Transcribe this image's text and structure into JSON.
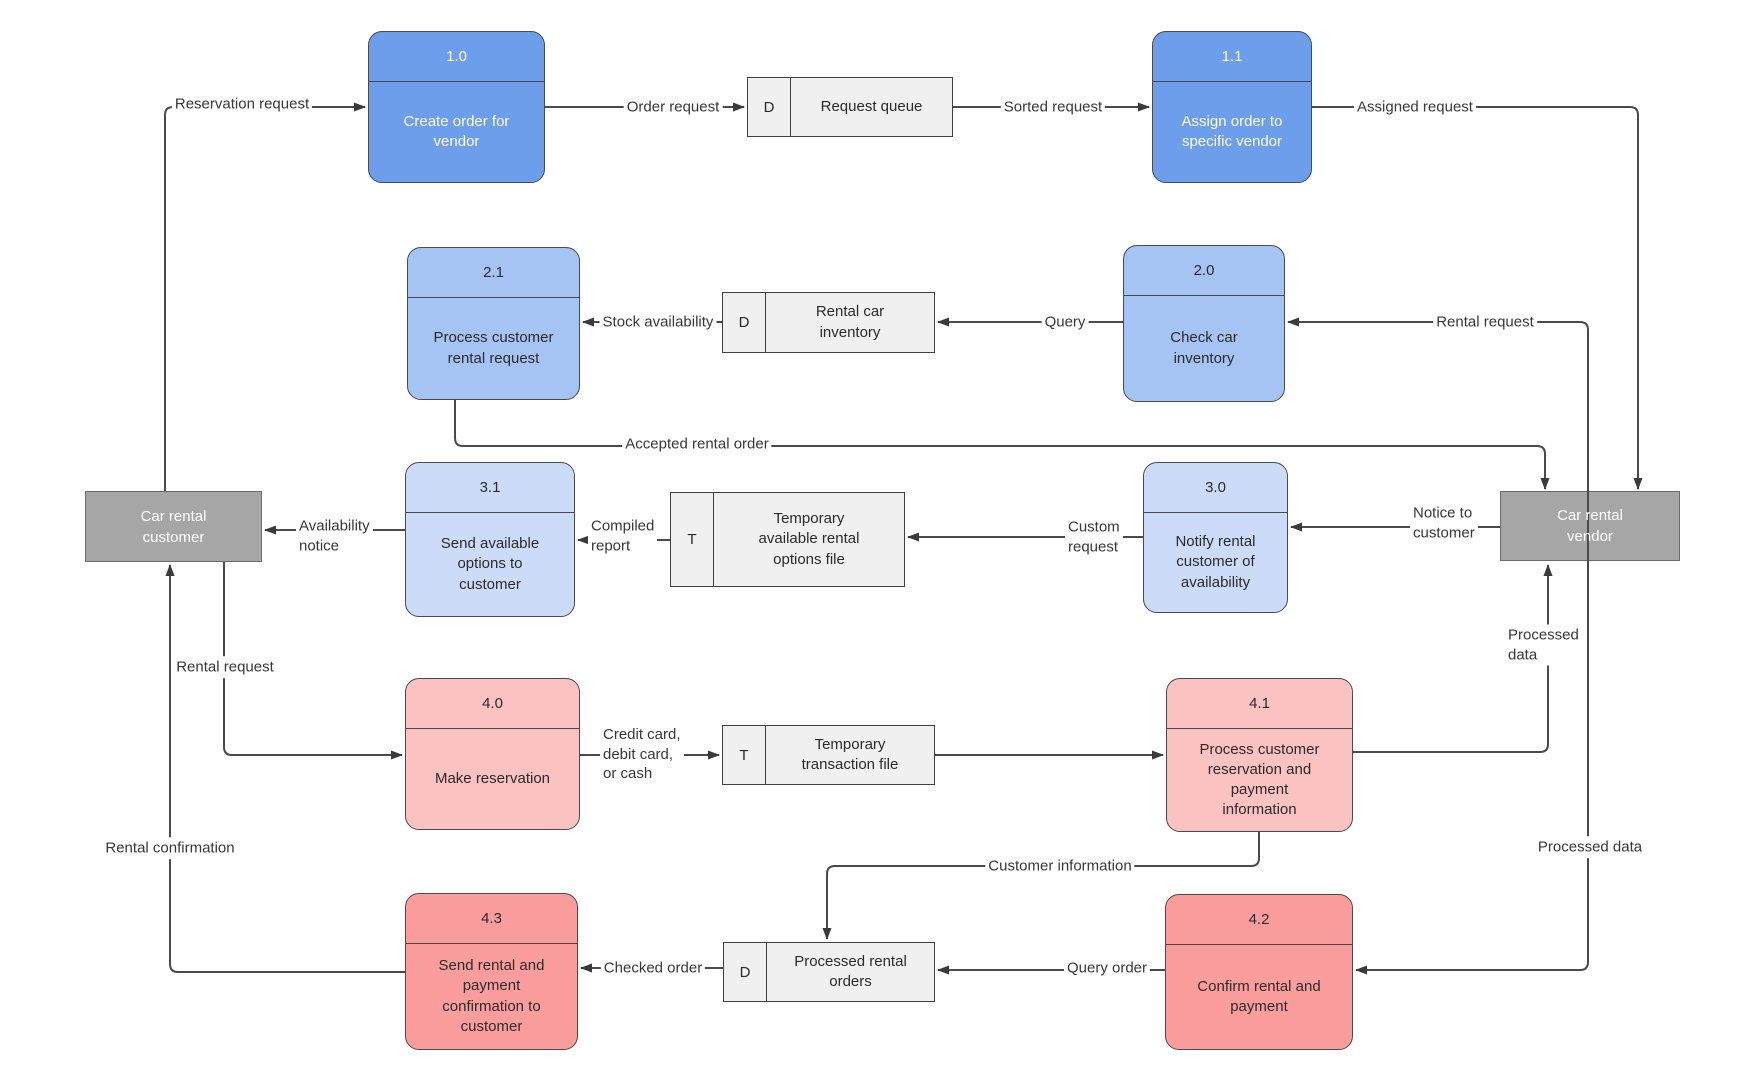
{
  "palette": {
    "process_level1": "#6D9EEB",
    "process_level2": "#A5C3F3",
    "process_level3": "#CCDCF8",
    "process_level4_light": "#FBC2C2",
    "process_level4_dark": "#FC9D9D",
    "datastore_fill": "#F0F0F0",
    "entity_fill": "#A6A6A6",
    "connector": "#4a4a4a"
  },
  "processes": {
    "p10": {
      "number": "1.0",
      "title": "Create order for\nvendor"
    },
    "p11": {
      "number": "1.1",
      "title": "Assign order to\nspecific vendor"
    },
    "p21": {
      "number": "2.1",
      "title": "Process customer\nrental request"
    },
    "p20": {
      "number": "2.0",
      "title": "Check car\ninventory"
    },
    "p31": {
      "number": "3.1",
      "title": "Send available\noptions to\ncustomer"
    },
    "p30": {
      "number": "3.0",
      "title": "Notify rental\ncustomer of\navailability"
    },
    "p40": {
      "number": "4.0",
      "title": "Make reservation"
    },
    "p41": {
      "number": "4.1",
      "title": "Process customer\nreservation and\npayment\ninformation"
    },
    "p43": {
      "number": "4.3",
      "title": "Send rental and\npayment\nconfirmation to\ncustomer"
    },
    "p42": {
      "number": "4.2",
      "title": "Confirm rental and\npayment"
    }
  },
  "datastores": {
    "request_queue": {
      "tag": "D",
      "name": "Request queue"
    },
    "rental_car_inventory": {
      "tag": "D",
      "name": "Rental car\ninventory"
    },
    "temp_rental_options": {
      "tag": "T",
      "name": "Temporary\navailable rental\noptions file"
    },
    "temp_transaction": {
      "tag": "T",
      "name": "Temporary\ntransaction file"
    },
    "processed_orders": {
      "tag": "D",
      "name": "Processed rental\norders"
    }
  },
  "entities": {
    "customer": {
      "name": "Car rental\ncustomer"
    },
    "vendor": {
      "name": "Car rental\nvendor"
    }
  },
  "flows": {
    "reservation_request": {
      "label": "Reservation request",
      "from": "Car rental customer",
      "to": "1.0"
    },
    "order_request": {
      "label": "Order request",
      "from": "1.0",
      "to": "Request queue"
    },
    "sorted_request": {
      "label": "Sorted request",
      "from": "Request queue",
      "to": "1.1"
    },
    "assigned_request": {
      "label": "Assigned request",
      "from": "1.1",
      "to": "Car rental vendor"
    },
    "stock_availability": {
      "label": "Stock availability",
      "from": "Rental car inventory",
      "to": "2.1"
    },
    "query": {
      "label": "Query",
      "from": "2.0",
      "to": "Rental car inventory"
    },
    "rental_request_right": {
      "label": "Rental request",
      "from": "Car rental vendor",
      "to": "2.0"
    },
    "accepted_rental_order": {
      "label": "Accepted rental order",
      "from": "2.1",
      "to": "Car rental vendor"
    },
    "compiled_report": {
      "label": "Compiled\nreport",
      "from": "Temporary available rental options file",
      "to": "3.1"
    },
    "custom_request": {
      "label": "Custom\nrequest",
      "from": "3.0",
      "to": "Temporary available rental options file"
    },
    "notice_to_customer": {
      "label": "Notice to\ncustomer",
      "from": "Car rental vendor",
      "to": "3.0"
    },
    "availability_notice": {
      "label": "Availability\nnotice",
      "from": "3.1",
      "to": "Car rental customer"
    },
    "rental_request_left": {
      "label": "Rental request",
      "from": "Car rental customer",
      "to": "4.0"
    },
    "payment_method": {
      "label": "Credit card,\ndebit card,\nor cash",
      "from": "4.0",
      "to": "Temporary transaction file"
    },
    "transaction_to_p41": {
      "label": "",
      "from": "Temporary transaction file",
      "to": "4.1"
    },
    "processed_data_vendor": {
      "label": "Processed\ndata",
      "from": "4.1",
      "to": "Car rental vendor"
    },
    "customer_information": {
      "label": "Customer information",
      "from": "4.1",
      "to": "Processed rental orders"
    },
    "processed_data_42": {
      "label": "Processed data",
      "from": "Car rental vendor",
      "to": "4.2"
    },
    "query_order": {
      "label": "Query order",
      "from": "4.2",
      "to": "Processed rental orders"
    },
    "checked_order": {
      "label": "Checked order",
      "from": "Processed rental orders",
      "to": "4.3"
    },
    "rental_confirmation": {
      "label": "Rental confirmation",
      "from": "4.3",
      "to": "Car rental customer"
    }
  }
}
